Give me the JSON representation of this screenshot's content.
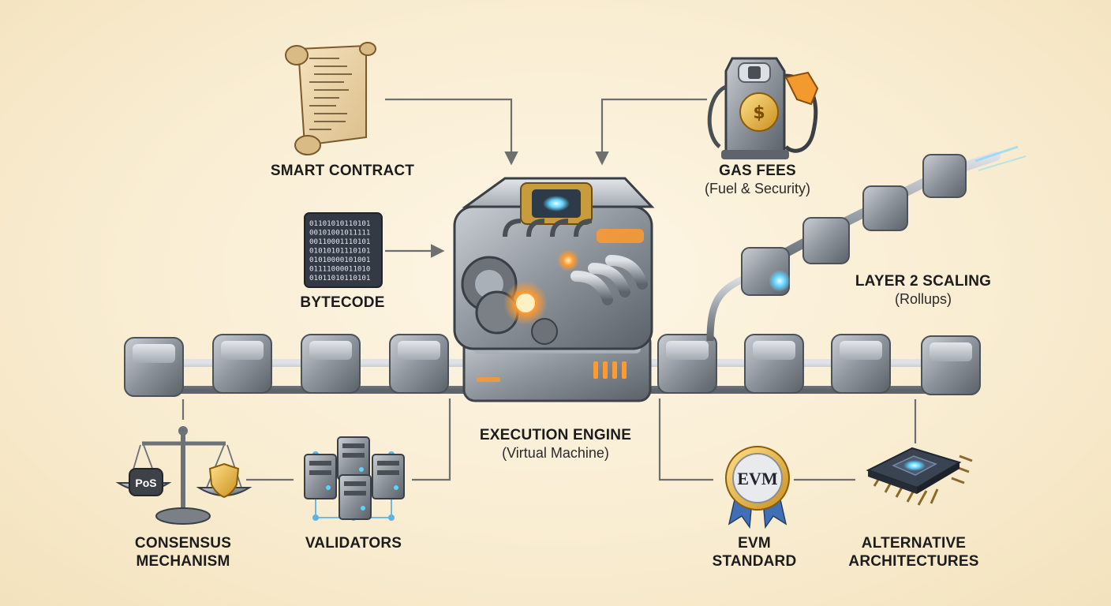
{
  "nodes": {
    "smart_contract": {
      "title": "SMART CONTRACT"
    },
    "bytecode": {
      "title": "BYTECODE",
      "bits": [
        "01101010110101",
        "00101001011111",
        "00110001110101",
        "01010101110101",
        "01010000101001",
        "01111000011010",
        "01011010110101"
      ]
    },
    "gas_fees": {
      "title": "GAS FEES",
      "subtitle": "(Fuel & Security)",
      "coin_symbol": "$"
    },
    "layer2": {
      "title": "LAYER 2 SCALING",
      "subtitle": "(Rollups)"
    },
    "execution_engine": {
      "title": "EXECUTION ENGINE",
      "subtitle": "(Virtual Machine)"
    },
    "consensus": {
      "title_line1": "CONSENSUS",
      "title_line2": "MECHANISM",
      "badge": "PoS"
    },
    "validators": {
      "title": "VALIDATORS"
    },
    "evm": {
      "title_line1": "EVM",
      "title_line2": "STANDARD",
      "badge": "EVM"
    },
    "alternative": {
      "title_line1": "ALTERNATIVE",
      "title_line2": "ARCHITECTURES"
    }
  },
  "colors": {
    "background": "#f9edd2",
    "connector": "#6f6f6f",
    "metal": "#8f959c",
    "glow_orange": "#ff9a2e",
    "glow_blue": "#5fd3ff",
    "gold": "#e3b23c"
  }
}
